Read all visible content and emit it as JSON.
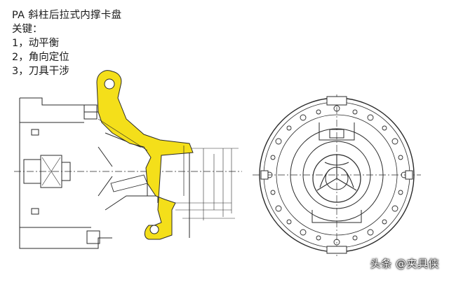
{
  "notes": {
    "title": "PA 斜柱后拉式内撑卡盘",
    "key_label": "关键：",
    "items": [
      "1，动平衡",
      "2，角向定位",
      "3，刀具干涉"
    ]
  },
  "watermark": "头条 @夹具侠",
  "colors": {
    "highlight": "#f4df1a",
    "line": "#2a2a2a",
    "watermark_text": "#ffffff"
  }
}
